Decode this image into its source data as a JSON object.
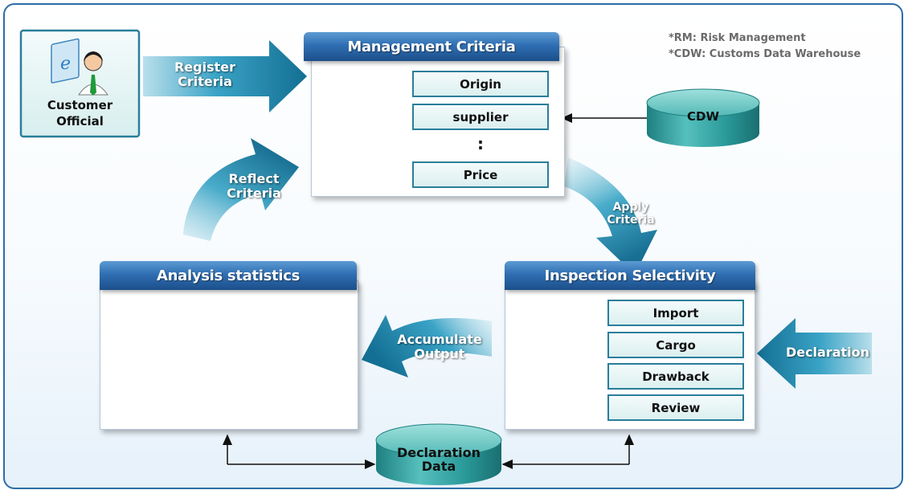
{
  "notes": {
    "rm": "*RM: Risk Management",
    "cdw": "*CDW: Customs Data Warehouse"
  },
  "customer": {
    "label_line1": "Customer",
    "label_line2": "Official"
  },
  "arrows": {
    "register_line1": "Register",
    "register_line2": "Criteria",
    "reflect_line1": "Reflect",
    "reflect_line2": "Criteria",
    "apply_line1": "Apply",
    "apply_line2": "Criteria",
    "accumulate_line1": "Accumulate",
    "accumulate_line2": "Output",
    "declaration": "Declaration"
  },
  "management": {
    "title": "Management Criteria",
    "items": [
      "Origin",
      "supplier",
      "Price"
    ],
    "ellipsis": ":"
  },
  "cdw": {
    "label": "CDW"
  },
  "inspection": {
    "title": "Inspection Selectivity",
    "items": [
      "Import",
      "Cargo",
      "Drawback",
      "Review"
    ]
  },
  "analysis": {
    "title": "Analysis statistics"
  },
  "declaration_data": {
    "label_line1": "Declaration",
    "label_line2": "Data"
  },
  "colors": {
    "panel_header": "#2f6fb3",
    "arrow_teal": "#1f86a8",
    "cylinder_teal": "#2a9a9a",
    "box_border": "#2a7e9a"
  }
}
